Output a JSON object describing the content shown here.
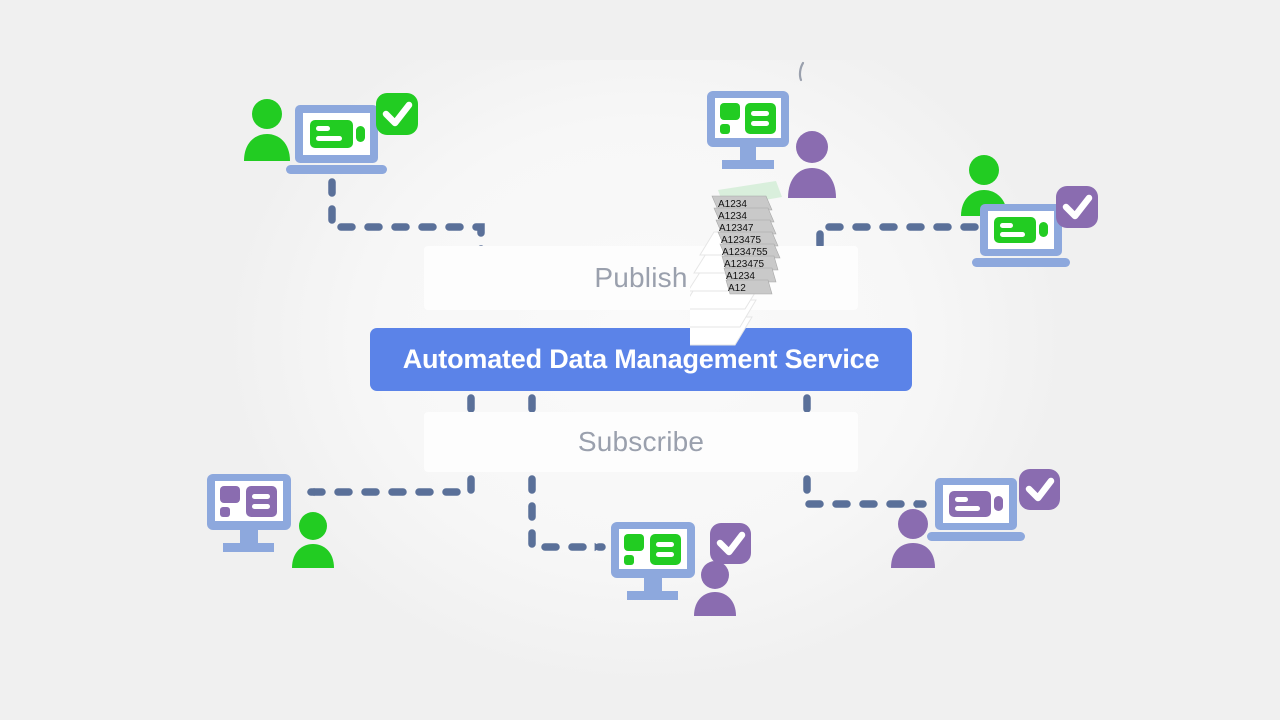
{
  "diagram": {
    "title": "Automated Data Management Service",
    "background_color": "#f0f0f0",
    "center_bar": {
      "label": "Automated Data Management Service",
      "color": "#5b83e8",
      "text_color": "#ffffff"
    },
    "channels": [
      {
        "id": "publish",
        "label": "Publish",
        "text_color": "#9aa0ad",
        "background": "#fdfdfd"
      },
      {
        "id": "subscribe",
        "label": "Subscribe",
        "text_color": "#9aa0ad",
        "background": "#fdfdfd"
      }
    ],
    "connector": {
      "style": "dashed",
      "color": "#5a7099",
      "arrow_color": "#5a7099"
    },
    "palette": {
      "green": "#22cc22",
      "purple": "#8a6cb0",
      "device_blue": "#8da8dd",
      "accent_blue": "#5b83e8",
      "dash_slate": "#5a7099",
      "panel_white": "#fdfdfd",
      "label_gray": "#9aa0ad"
    },
    "publishers": [
      {
        "id": "publisher-top-left",
        "person_color": "#22cc22",
        "device": "laptop",
        "device_frame_color": "#8da8dd",
        "device_content_color": "#22cc22",
        "badge": {
          "icon": "check-icon",
          "color": "#22cc22",
          "glyph": "✓"
        }
      },
      {
        "id": "publisher-top-center",
        "person_color": "#8a6cb0",
        "device": "desktop-monitor",
        "device_frame_color": "#8da8dd",
        "device_content_color": "#22cc22",
        "badge": null,
        "document_stack": {
          "visible": true,
          "record_ids": [
            "A1234",
            "A1234",
            "A12347",
            "A123475",
            "A1234755",
            "A123475",
            "A1234",
            "A12"
          ]
        }
      },
      {
        "id": "publisher-top-right",
        "person_color": "#22cc22",
        "device": "laptop",
        "device_frame_color": "#8da8dd",
        "device_content_color": "#22cc22",
        "badge": {
          "icon": "check-icon",
          "color": "#8a6cb0",
          "glyph": "✓"
        }
      }
    ],
    "subscribers": [
      {
        "id": "subscriber-bottom-left",
        "person_color": "#22cc22",
        "device": "desktop-monitor",
        "device_frame_color": "#8da8dd",
        "device_content_color": "#8a6cb0",
        "badge": null
      },
      {
        "id": "subscriber-bottom-center",
        "person_color": "#8a6cb0",
        "device": "desktop-monitor",
        "device_frame_color": "#8da8dd",
        "device_content_color": "#22cc22",
        "badge": {
          "icon": "check-icon",
          "color": "#8a6cb0",
          "glyph": "✓"
        }
      },
      {
        "id": "subscriber-bottom-right",
        "person_color": "#8a6cb0",
        "device": "laptop",
        "device_frame_color": "#8da8dd",
        "device_content_color": "#8a6cb0",
        "badge": {
          "icon": "check-icon",
          "color": "#8a6cb0",
          "glyph": "✓"
        }
      }
    ]
  }
}
